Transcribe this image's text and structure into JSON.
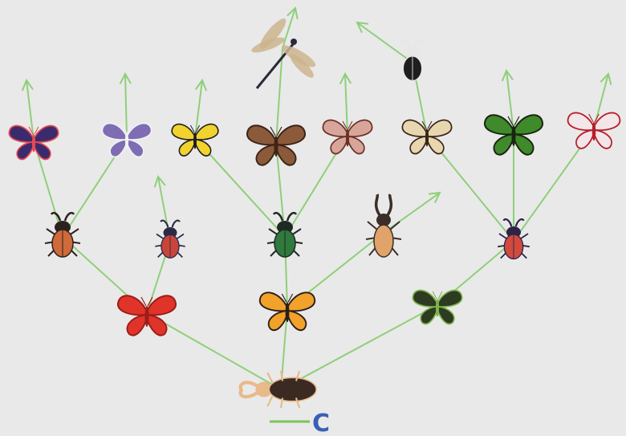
{
  "tree": {
    "label": "C",
    "colors": {
      "background": "#e9e9e9",
      "branch": "#8fcf7a",
      "label": "#3a5fb5"
    },
    "organisms": [
      {
        "id": "root-stag-beetle",
        "kind": "stag-beetle",
        "colors": [
          "#3b2a22",
          "#e8b98a"
        ]
      },
      {
        "id": "red-leaf-butterfly",
        "kind": "butterfly",
        "colors": [
          "#e0342a",
          "#9d1d18"
        ]
      },
      {
        "id": "orange-monarch",
        "kind": "butterfly",
        "colors": [
          "#f0a22a",
          "#2b1e17"
        ]
      },
      {
        "id": "green-black-birdwing",
        "kind": "butterfly",
        "colors": [
          "#2c3b22",
          "#7fb34a"
        ]
      },
      {
        "id": "rhino-beetle-orange",
        "kind": "beetle",
        "colors": [
          "#cf6a3a",
          "#2b2220"
        ]
      },
      {
        "id": "small-red-beetle",
        "kind": "beetle",
        "colors": [
          "#c9453a",
          "#2a2a44"
        ]
      },
      {
        "id": "green-beetle",
        "kind": "beetle",
        "colors": [
          "#2f7a3d",
          "#1f2a22"
        ]
      },
      {
        "id": "stag-beetle-tan",
        "kind": "stag-beetle",
        "colors": [
          "#e0a36a",
          "#3b2e28"
        ]
      },
      {
        "id": "red-purple-beetle",
        "kind": "beetle",
        "colors": [
          "#d14a3d",
          "#2f2347"
        ]
      },
      {
        "id": "purple-red-butterfly",
        "kind": "butterfly",
        "colors": [
          "#3b2b6e",
          "#e34a53"
        ]
      },
      {
        "id": "lavender-butterfly",
        "kind": "butterfly",
        "colors": [
          "#7e6db2",
          "#f1f1f7"
        ]
      },
      {
        "id": "yellow-swallowtail",
        "kind": "butterfly",
        "colors": [
          "#f1d22e",
          "#1e1e1e"
        ]
      },
      {
        "id": "brown-butterfly",
        "kind": "butterfly",
        "colors": [
          "#8a5a3a",
          "#3e2418"
        ]
      },
      {
        "id": "dragonfly",
        "kind": "dragonfly",
        "colors": [
          "#cdb48e",
          "#2a2a3a"
        ]
      },
      {
        "id": "pink-moth",
        "kind": "butterfly",
        "colors": [
          "#d7a59a",
          "#6a3024"
        ]
      },
      {
        "id": "black-horned-beetle",
        "kind": "beetle",
        "colors": [
          "#1e1e1e",
          "#e7e7e7"
        ]
      },
      {
        "id": "cream-swallowtail",
        "kind": "butterfly",
        "colors": [
          "#e8d6ae",
          "#3a2418"
        ]
      },
      {
        "id": "green-birdwing",
        "kind": "butterfly",
        "colors": [
          "#3f8a2a",
          "#1b2512"
        ]
      },
      {
        "id": "white-red-butterfly",
        "kind": "butterfly",
        "colors": [
          "#f3e6e8",
          "#b71e2b"
        ]
      }
    ]
  }
}
